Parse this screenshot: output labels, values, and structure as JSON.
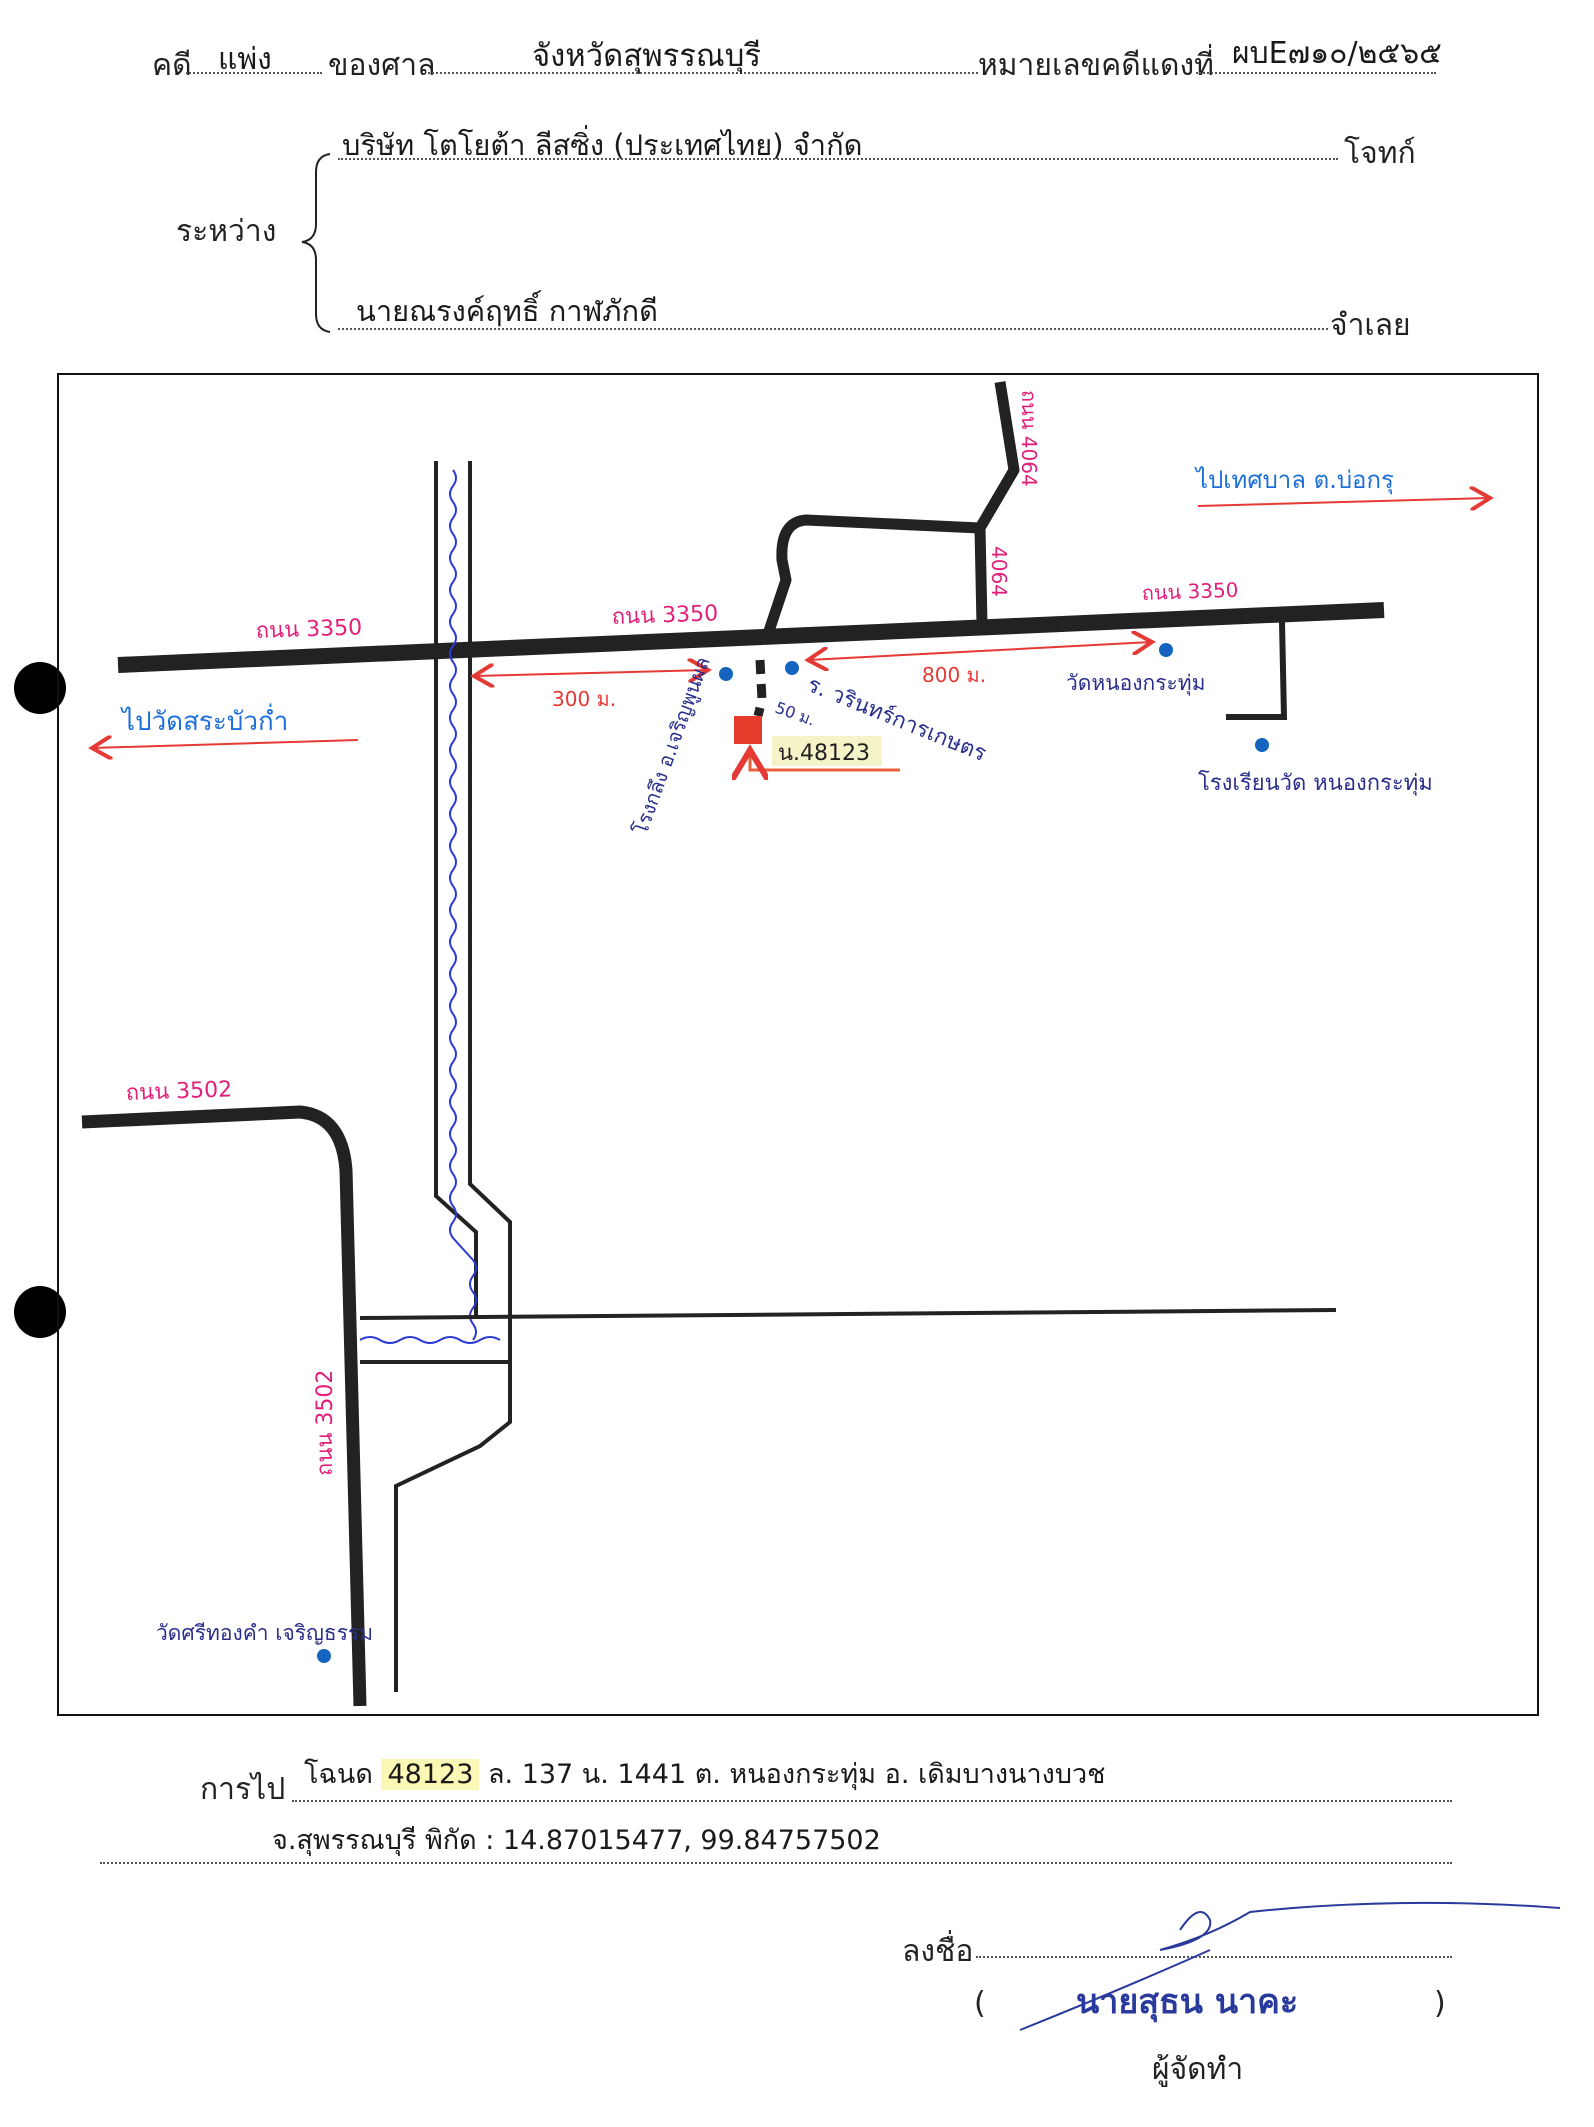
{
  "header": {
    "case_label": "คดี",
    "case_type": "แพ่ง",
    "court_label": "ของศาล",
    "court_name": "จังหวัดสุพรรณบุรี",
    "red_number_label": "หมายเลขคดีแดงที่",
    "red_number_value": "ผบE๗๑๐/๒๕๖๕"
  },
  "parties": {
    "between_label": "ระหว่าง",
    "plaintiff_name": "บริษัท โตโยต้า ลีสซิ่ง (ประเทศไทย) จำกัด",
    "plaintiff_role": "โจทก์",
    "defendant_name": "นายณรงค์ฤทธิ์ กาฬภักดี",
    "defendant_role": "จำเลย"
  },
  "map": {
    "road_3350_left": "ถนน 3350",
    "road_3350_center": "ถนน 3350",
    "road_3350_right": "ถนน 3350",
    "road_4064_top": "ถนน 4064",
    "road_4064_mid": "4064",
    "road_3502_top": "ถนน 3502",
    "road_3502_side": "ถนน 3502",
    "to_municipality": "ไปเทศบาล ต.บ่อกรุ",
    "to_temple": "ไปวัดสระบัวก่ำ",
    "dist_left": "300 ม.",
    "dist_right": "800 ม.",
    "dist_small": "50 ม.",
    "shop_left": "โรงกลึง อ.เจริญพูนผล",
    "shop_right": "ร. วรินทร์การเกษตร",
    "temple_nongkrathum": "วัดหนองกระทุ่ม",
    "school": "โรงเรียนวัด หนองกระทุ่ม",
    "temple_sri": "วัดศรีทองคำ เจริญธรรม",
    "parcel_label": "น.48123",
    "colors": {
      "road": "#222222",
      "road_label": "#e0207a",
      "direction_text": "#1e6fd9",
      "arrow": "#e53935",
      "place_text": "#2a2f8c",
      "dot": "#1565c0",
      "parcel": "#e53b2a",
      "pointer": "#e8603a",
      "river": "#2b3bd1"
    }
  },
  "directions": {
    "label": "การไป",
    "line1_prefix": "โฉนด",
    "deed_number": "48123",
    "line1_rest": "ล. 137   น. 1441   ต. หนองกระทุ่ม   อ. เดิมบางนางบวช",
    "line2": "จ.สุพรรณบุรี   พิกัด :  14.87015477, 99.84757502"
  },
  "signature": {
    "sign_label": "ลงชื่อ",
    "name": "นายสุธน นาคะ",
    "open_paren": "(",
    "close_paren": ")",
    "role": "ผู้จัดทำ"
  }
}
